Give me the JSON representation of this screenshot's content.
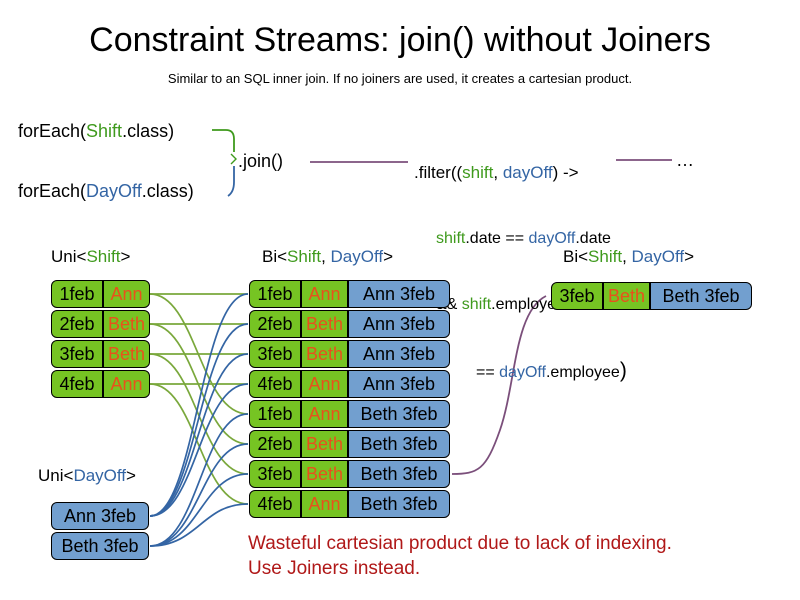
{
  "title": "Constraint Streams: join() without Joiners",
  "subtitle": "Similar to an SQL inner join. If no joiners are used, it creates a cartesian product.",
  "code": {
    "foreach_shift_prefix": "forEach(",
    "foreach_shift_type": "Shift",
    "foreach_shift_suffix": ".class)",
    "foreach_dayoff_prefix": "forEach(",
    "foreach_dayoff_type": "DayOff",
    "foreach_dayoff_suffix": ".class)",
    "join_call": ".join()",
    "ellipsis": "…"
  },
  "filter": {
    "head": ".filter((",
    "param_shift": "shift",
    "comma": ", ",
    "param_dayoff": "dayOff",
    "arrow": ") ->",
    "line2_a": "shift",
    "line2_b": ".date == ",
    "line2_c": "dayOff",
    "line2_d": ".date",
    "line3_a": "&& ",
    "line3_b": "shift",
    "line3_c": ".employee",
    "line4_a": "== ",
    "line4_b": "dayOff",
    "line4_c": ".employee",
    "line4_close": ")"
  },
  "captions": {
    "uni_shift": {
      "pre": "Uni<",
      "type": "Shift",
      "post": ">"
    },
    "bi_mid": {
      "pre": "Bi<",
      "type1": "Shift",
      "sep": ", ",
      "type2": "DayOff",
      "post": ">"
    },
    "bi_right": {
      "pre": "Bi<",
      "type1": "Shift",
      "sep": ", ",
      "type2": "DayOff",
      "post": ">"
    },
    "uni_dayoff": {
      "pre": "Uni<",
      "type": "DayOff",
      "post": ">"
    }
  },
  "uni_shift_rows": [
    {
      "date": "1feb",
      "name": "Ann"
    },
    {
      "date": "2feb",
      "name": "Beth"
    },
    {
      "date": "3feb",
      "name": "Beth"
    },
    {
      "date": "4feb",
      "name": "Ann"
    }
  ],
  "uni_dayoff_rows": [
    {
      "pair": "Ann 3feb"
    },
    {
      "pair": "Beth 3feb"
    }
  ],
  "bi_mid_rows": [
    {
      "date": "1feb",
      "name": "Ann",
      "pair": "Ann 3feb"
    },
    {
      "date": "2feb",
      "name": "Beth",
      "pair": "Ann 3feb"
    },
    {
      "date": "3feb",
      "name": "Beth",
      "pair": "Ann 3feb"
    },
    {
      "date": "4feb",
      "name": "Ann",
      "pair": "Ann 3feb"
    },
    {
      "date": "1feb",
      "name": "Ann",
      "pair": "Beth 3feb"
    },
    {
      "date": "2feb",
      "name": "Beth",
      "pair": "Beth 3feb"
    },
    {
      "date": "3feb",
      "name": "Beth",
      "pair": "Beth 3feb"
    },
    {
      "date": "4feb",
      "name": "Ann",
      "pair": "Beth 3feb"
    }
  ],
  "bi_right_rows": [
    {
      "date": "3feb",
      "name": "Beth",
      "pair": "Beth 3feb"
    }
  ],
  "warning": "Wasteful cartesian product due to lack of indexing.\nUse Joiners instead.",
  "colors": {
    "shift_green": "#76c423",
    "dayoff_blue": "#729fcf",
    "name_orange": "#e8511c",
    "type_green": "#3f9a1d",
    "type_blue": "#3465a4",
    "warning_red": "#b01818",
    "edge_purple": "#7b4f7b"
  }
}
